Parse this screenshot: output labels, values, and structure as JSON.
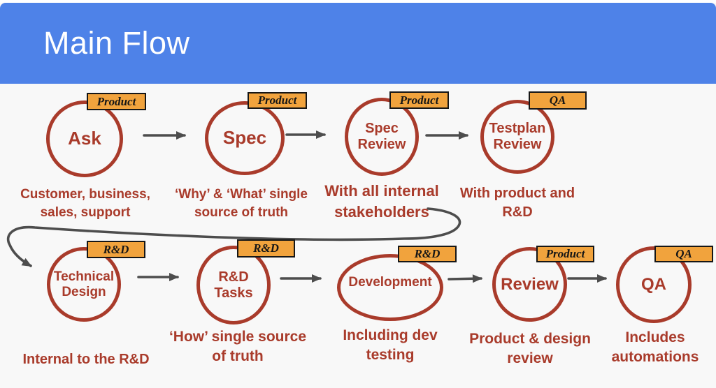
{
  "header": {
    "title": "Main Flow"
  },
  "colors": {
    "header_background": "#4e82e8",
    "header_text": "#ffffff",
    "node_stroke": "#a93b2b",
    "node_text": "#a93b2b",
    "caption_text": "#a93b2b",
    "tag_background": "#f1a33d",
    "tag_border": "#161616",
    "tag_text": "#161616",
    "arrow": "#4d4d4d",
    "background": "#f8f8f8"
  },
  "flow": {
    "nodes": [
      {
        "id": "ask",
        "label": "Ask",
        "tag": "Product",
        "caption": "Customer, business,\nsales, support"
      },
      {
        "id": "spec",
        "label": "Spec",
        "tag": "Product",
        "caption": "‘Why’ & ‘What’ single\nsource of truth"
      },
      {
        "id": "spec-review",
        "label": "Spec\nReview",
        "tag": "Product",
        "caption": "With all internal\nstakeholders"
      },
      {
        "id": "testplan-review",
        "label": "Testplan\nReview",
        "tag": "QA",
        "caption": "With product and\nR&D"
      },
      {
        "id": "technical-design",
        "label": "Technical\nDesign",
        "tag": "R&D",
        "caption": "Internal to the R&D"
      },
      {
        "id": "rd-tasks",
        "label": "R&D\nTasks",
        "tag": "R&D",
        "caption": "‘How’ single source\nof truth"
      },
      {
        "id": "development",
        "label": "Development",
        "tag": "R&D",
        "caption": "Including dev\ntesting"
      },
      {
        "id": "review",
        "label": "Review",
        "tag": "Product",
        "caption": "Product & design\nreview"
      },
      {
        "id": "qa",
        "label": "QA",
        "tag": "QA",
        "caption": "Includes\nautomations"
      }
    ]
  }
}
